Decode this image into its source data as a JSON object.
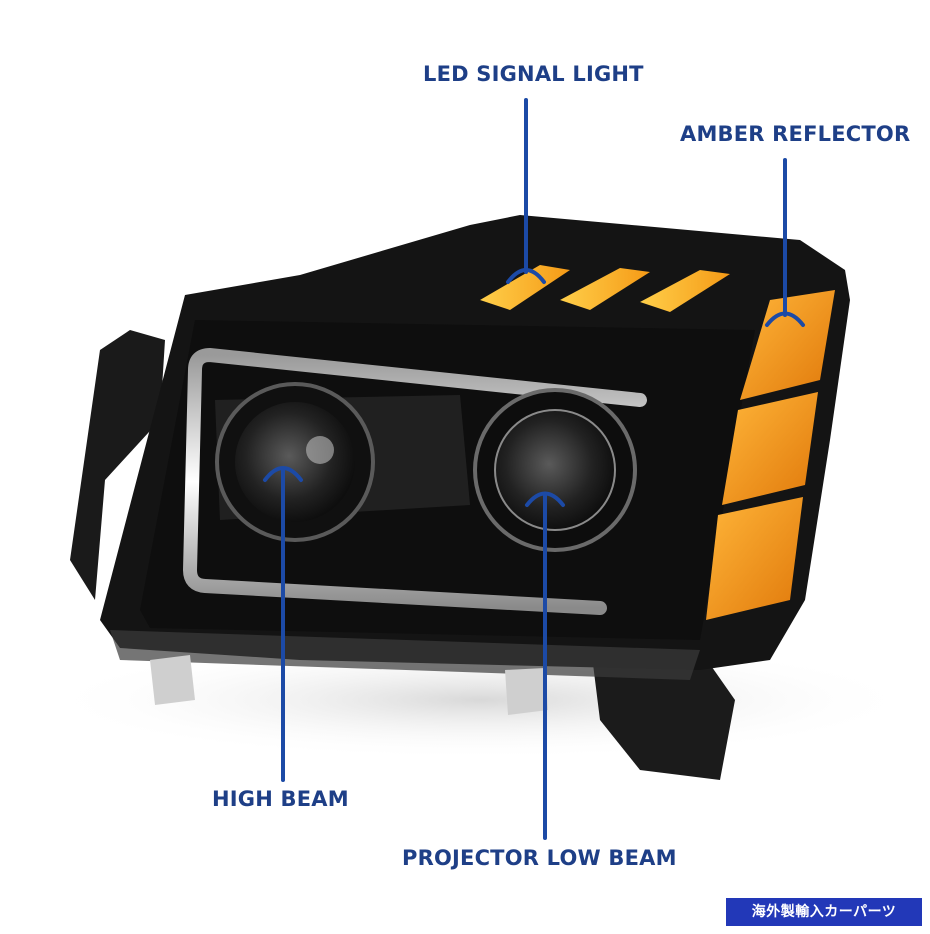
{
  "callouts": {
    "led_signal_light": "LED SIGNAL LIGHT",
    "amber_reflector": "AMBER REFLECTOR",
    "high_beam": "HIGH BEAM",
    "projector_low_beam": "PROJECTOR LOW BEAM"
  },
  "badge": {
    "text": "海外製輸入カーパーツ",
    "color": "#2238b8"
  },
  "colors": {
    "callout_text": "#1e3f87",
    "arrow": "#1c4aa6",
    "amber": "#f09a1a",
    "housing": "#141414"
  }
}
